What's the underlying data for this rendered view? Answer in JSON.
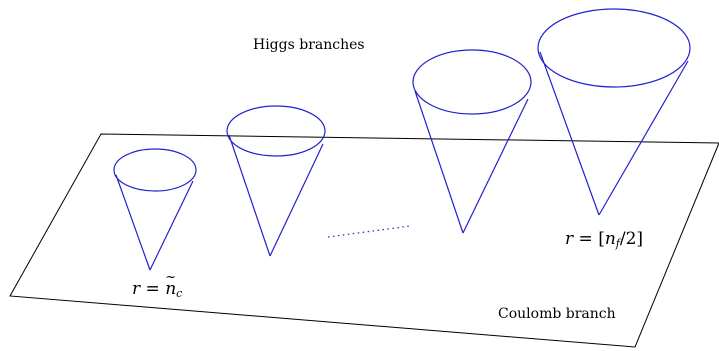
{
  "labels": {
    "top": "Higgs branches",
    "bottom_right": "Coulomb branch",
    "left_cone": {
      "var": "r",
      "eq": "=",
      "sym": "n",
      "sub": "c"
    },
    "right_cone": {
      "var": "r",
      "eq": "=",
      "open": "[",
      "sym": "n",
      "sub": "f",
      "tail": "/2]"
    }
  },
  "colors": {
    "cones": "#2222cc",
    "plane": "#000000",
    "dots": "#2222cc"
  }
}
